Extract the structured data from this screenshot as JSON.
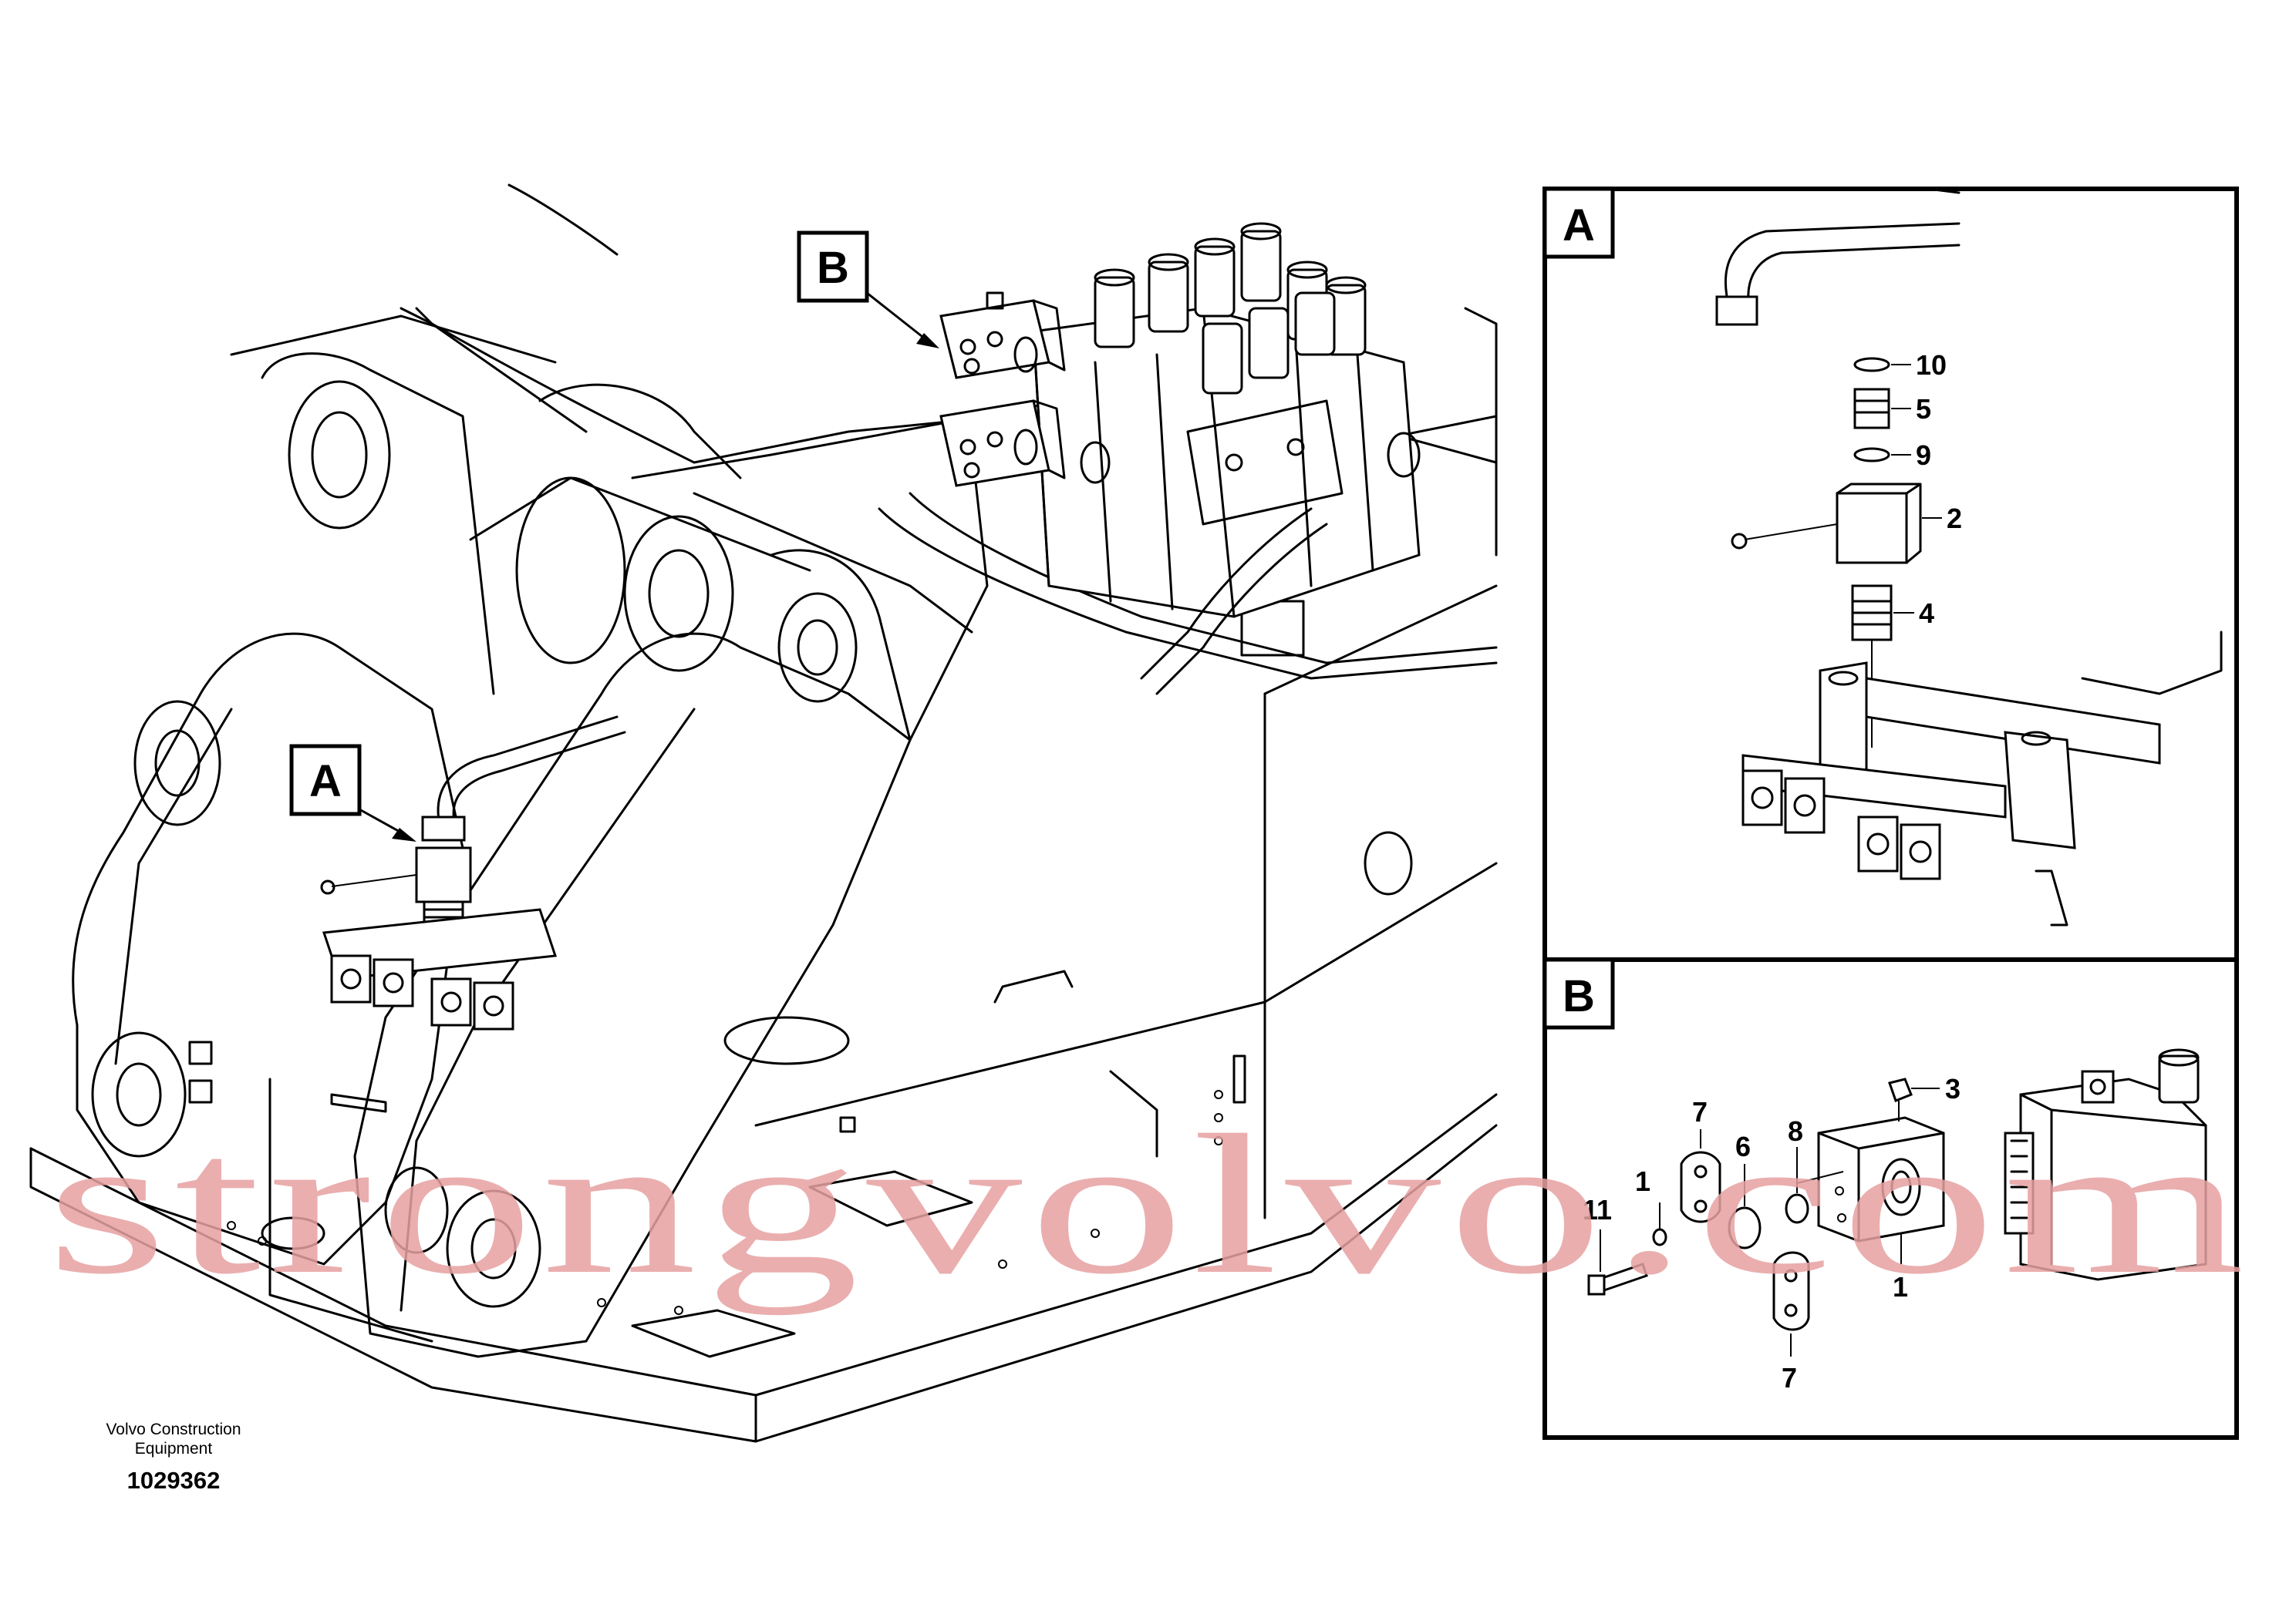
{
  "callouts": {
    "a": "A",
    "b": "B"
  },
  "detail_a": {
    "title": "A",
    "parts": [
      "10",
      "5",
      "9",
      "2",
      "4"
    ]
  },
  "detail_b": {
    "title": "B",
    "parts": [
      "3",
      "7",
      "8",
      "6",
      "11",
      "1",
      "1",
      "7"
    ]
  },
  "footer": {
    "maker": "Volvo Construction Equipment",
    "id": "1029362"
  },
  "watermark": "strongvolvo.com"
}
